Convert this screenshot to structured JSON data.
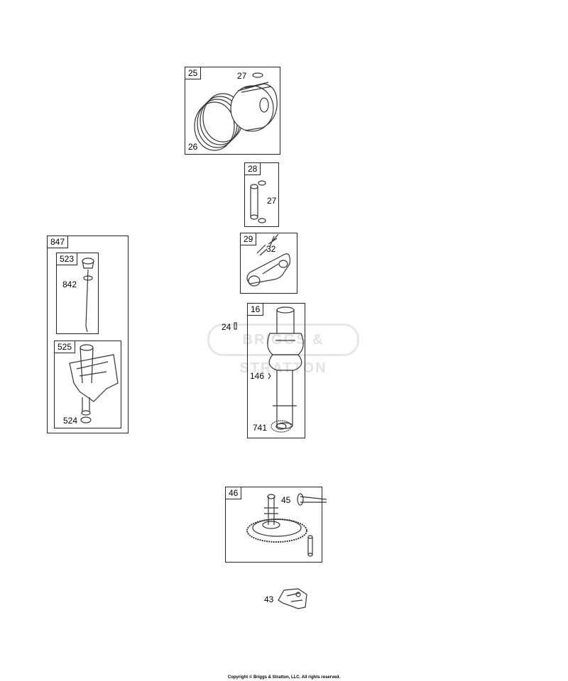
{
  "watermark": {
    "text": "BRIGGS & STRATTON"
  },
  "boxes": {
    "piston": {
      "label": "25"
    },
    "pin": {
      "label": "28"
    },
    "rod": {
      "label": "29"
    },
    "crank": {
      "label": "16"
    },
    "cam": {
      "label": "46"
    },
    "dipstick_kit": {
      "label": "847"
    },
    "dipstick": {
      "label": "523"
    },
    "tube": {
      "label": "525"
    }
  },
  "callouts": {
    "retainer_piston": "27",
    "rings": "26",
    "retainer_pin": "27",
    "rod_bolt": "32",
    "key_24": "24",
    "key_146": "146",
    "gear_741": "741",
    "lifter": "45",
    "oring_842": "842",
    "oring_524": "524",
    "governor": "43"
  },
  "footer": {
    "copyright": "Copyright © Briggs & Stratton, LLC. All rights reserved."
  }
}
